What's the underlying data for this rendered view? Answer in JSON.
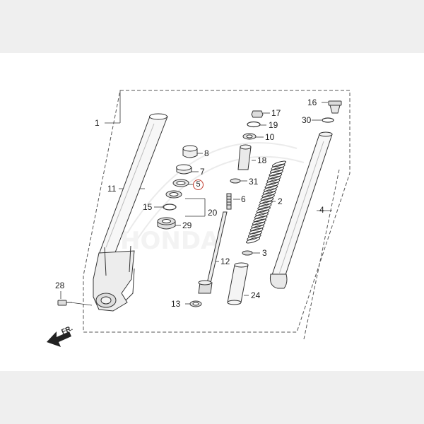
{
  "diagram": {
    "highlight_color": "#c0392b",
    "line_color": "#333333",
    "front_label": "FR.",
    "watermark_text": "HONDA",
    "callouts": [
      {
        "id": "c1",
        "label": "1",
        "highlighted": false
      },
      {
        "id": "c2",
        "label": "2",
        "highlighted": false
      },
      {
        "id": "c3",
        "label": "3",
        "highlighted": false
      },
      {
        "id": "c4",
        "label": "4",
        "highlighted": false
      },
      {
        "id": "c5",
        "label": "5",
        "highlighted": true
      },
      {
        "id": "c6",
        "label": "6",
        "highlighted": false
      },
      {
        "id": "c7",
        "label": "7",
        "highlighted": false
      },
      {
        "id": "c8",
        "label": "8",
        "highlighted": false
      },
      {
        "id": "c10",
        "label": "10",
        "highlighted": false
      },
      {
        "id": "c11",
        "label": "11",
        "highlighted": false
      },
      {
        "id": "c12",
        "label": "12",
        "highlighted": false
      },
      {
        "id": "c13",
        "label": "13",
        "highlighted": false
      },
      {
        "id": "c15",
        "label": "15",
        "highlighted": false
      },
      {
        "id": "c16",
        "label": "16",
        "highlighted": false
      },
      {
        "id": "c17",
        "label": "17",
        "highlighted": false
      },
      {
        "id": "c18",
        "label": "18",
        "highlighted": false
      },
      {
        "id": "c19",
        "label": "19",
        "highlighted": false
      },
      {
        "id": "c20",
        "label": "20",
        "highlighted": false
      },
      {
        "id": "c24",
        "label": "24",
        "highlighted": false
      },
      {
        "id": "c28",
        "label": "28",
        "highlighted": false
      },
      {
        "id": "c29",
        "label": "29",
        "highlighted": false
      },
      {
        "id": "c30",
        "label": "30",
        "highlighted": false
      },
      {
        "id": "c31",
        "label": "31",
        "highlighted": false
      }
    ]
  }
}
